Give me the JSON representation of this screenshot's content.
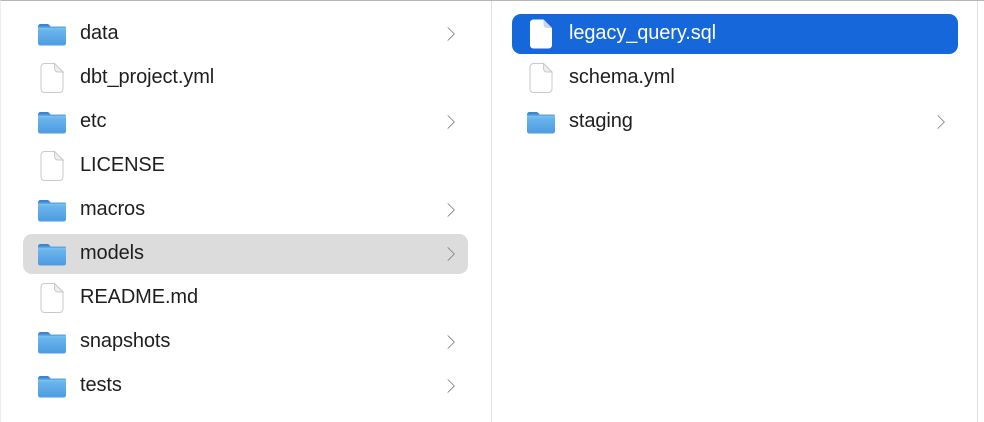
{
  "app": {
    "view": "finder-column-view"
  },
  "colors": {
    "selection_blue": "#1667d9",
    "selection_gray": "#dcdcdc",
    "divider": "#e1e1e1",
    "top_border": "#b6b6b6",
    "text": "#1e1e1e",
    "selected_text": "#ffffff",
    "chevron": "#7e7e83",
    "folder_blue": "#55a5e6",
    "folder_tab_blue": "#3b85ce"
  },
  "icons": {
    "folder": "folder-icon",
    "file": "document-icon",
    "chevron": "chevron-right-icon"
  },
  "columns": [
    {
      "name": "parent-column",
      "items": [
        {
          "label": "data",
          "type": "folder",
          "has_chevron": true,
          "selected": "none"
        },
        {
          "label": "dbt_project.yml",
          "type": "file",
          "has_chevron": false,
          "selected": "none"
        },
        {
          "label": "etc",
          "type": "folder",
          "has_chevron": true,
          "selected": "none"
        },
        {
          "label": "LICENSE",
          "type": "file",
          "has_chevron": false,
          "selected": "none"
        },
        {
          "label": "macros",
          "type": "folder",
          "has_chevron": true,
          "selected": "none"
        },
        {
          "label": "models",
          "type": "folder",
          "has_chevron": true,
          "selected": "gray"
        },
        {
          "label": "README.md",
          "type": "file",
          "has_chevron": false,
          "selected": "none"
        },
        {
          "label": "snapshots",
          "type": "folder",
          "has_chevron": true,
          "selected": "none"
        },
        {
          "label": "tests",
          "type": "folder",
          "has_chevron": true,
          "selected": "none"
        }
      ]
    },
    {
      "name": "current-column",
      "items": [
        {
          "label": "legacy_query.sql",
          "type": "file",
          "has_chevron": false,
          "selected": "blue"
        },
        {
          "label": "schema.yml",
          "type": "file",
          "has_chevron": false,
          "selected": "none"
        },
        {
          "label": "staging",
          "type": "folder",
          "has_chevron": true,
          "selected": "none"
        }
      ]
    }
  ]
}
